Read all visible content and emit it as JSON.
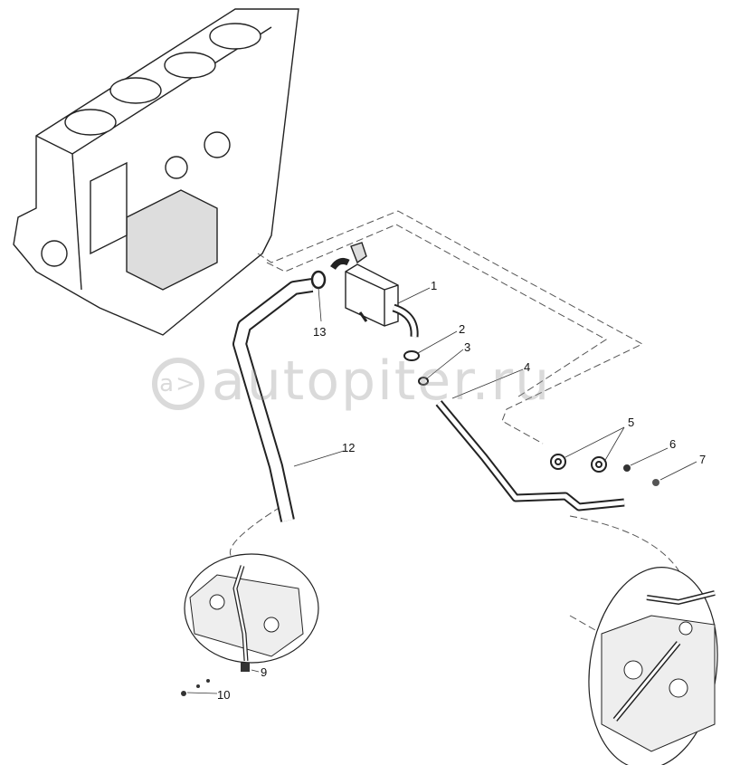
{
  "diagram": {
    "callouts": {
      "c1": "1",
      "c2": "2",
      "c3": "3",
      "c4": "4",
      "c5": "5",
      "c6": "6",
      "c7": "7",
      "c9": "9",
      "c10": "10",
      "c12": "12",
      "c13": "13"
    },
    "watermark": "autopiter.ru",
    "watermark_logo": "a>"
  }
}
